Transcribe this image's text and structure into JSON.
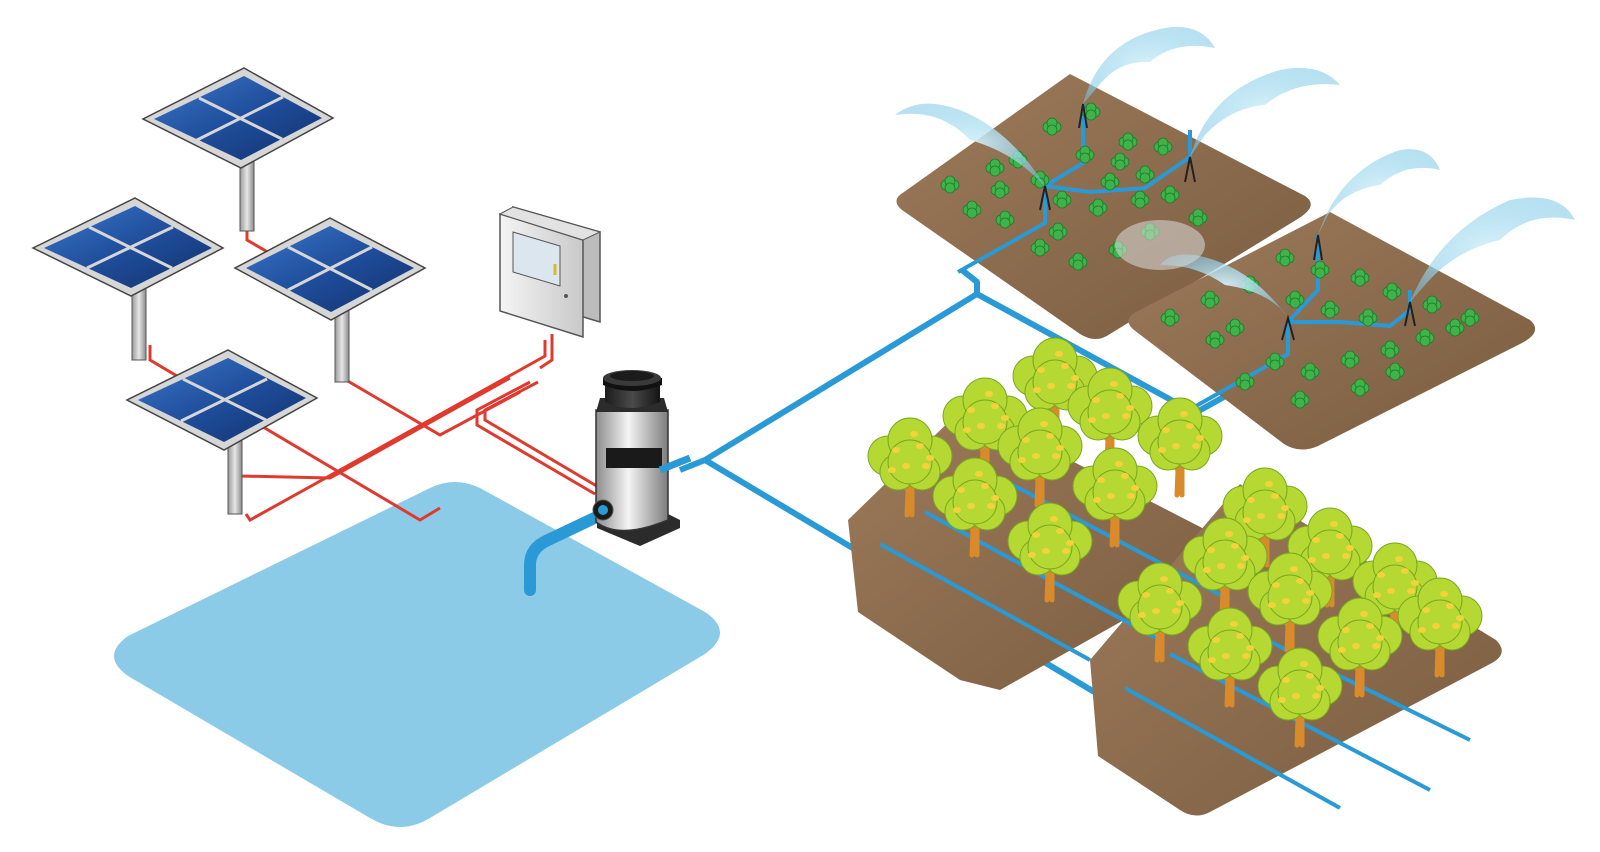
{
  "diagram": {
    "components": [
      {
        "id": "solar-array",
        "icon": "solar-panel-icon",
        "count": 4
      },
      {
        "id": "controller",
        "icon": "control-cabinet-icon"
      },
      {
        "id": "pump",
        "icon": "water-pump-icon"
      },
      {
        "id": "reservoir",
        "icon": "pond-icon"
      },
      {
        "id": "sprinkler-fields",
        "icon": "sprinkler-icon",
        "count": 2
      },
      {
        "id": "orchard-drip-fields",
        "icon": "fruit-tree-icon",
        "count": 2
      }
    ],
    "connections": [
      {
        "from": "solar-array",
        "to": "controller",
        "kind": "electric"
      },
      {
        "from": "controller",
        "to": "pump",
        "kind": "electric"
      },
      {
        "from": "reservoir",
        "to": "pump",
        "kind": "water"
      },
      {
        "from": "pump",
        "to": "sprinkler-fields",
        "kind": "water"
      },
      {
        "from": "pump",
        "to": "orchard-drip-fields",
        "kind": "water"
      }
    ],
    "colors": {
      "electric_wire": "#e03a2f",
      "water_pipe": "#2a9ad6",
      "reservoir": "#8ccbe8",
      "panel_cell": "#1f4e9c",
      "soil": "#8a6a4c",
      "crop": "#3db34a",
      "tree_canopy": "#b5d833",
      "fruit": "#f4d23c",
      "trunk": "#d98a2b",
      "spray": "#a9dff2"
    }
  }
}
